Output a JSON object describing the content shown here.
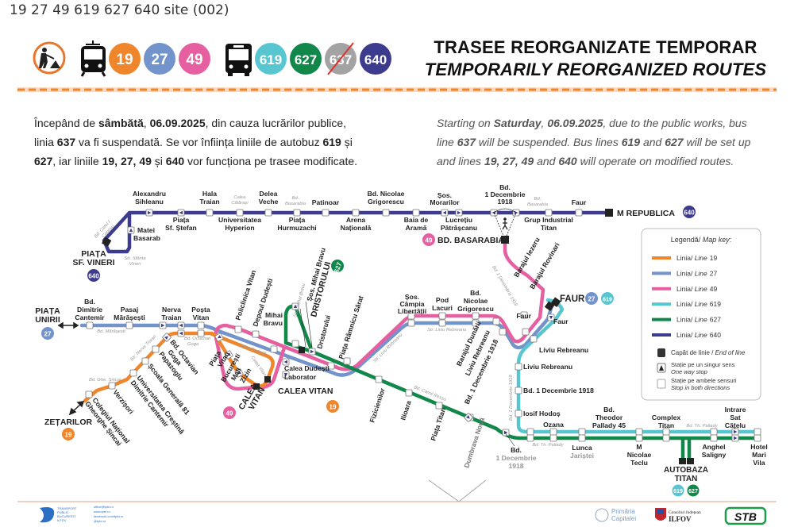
{
  "document_title": "19 27 49 619 627 640 site (002)",
  "header": {
    "badges": [
      {
        "label": "19",
        "color": "#f0862c"
      },
      {
        "label": "27",
        "color": "#7393cb"
      },
      {
        "label": "49",
        "color": "#e65fa0"
      },
      {
        "label": "619",
        "color": "#58c6d1"
      },
      {
        "label": "627",
        "color": "#11884a"
      },
      {
        "label": "637",
        "color": "#a3a3a3",
        "crossed_out": true
      },
      {
        "label": "640",
        "color": "#3d3b8e"
      }
    ],
    "icons": [
      "roadworks-icon",
      "tram-icon",
      "bus-icon"
    ],
    "title_ro": "TRASEE REORGANIZATE TEMPORAR",
    "title_en": "TEMPORARILY REORGANIZED ROUTES"
  },
  "notice": {
    "ro": {
      "p1": "Începând de ",
      "b1": "sâmbătă",
      "p2": ", ",
      "b2": "06.09.2025",
      "p3": ", din cauza lucrărilor publice,",
      "p4": "linia ",
      "b3": "637",
      "p5": " va fi suspendată. Se vor înființa liniile de autobuz ",
      "b4": "619",
      "p6": " și",
      "b5": "627",
      "p7": ", iar liniile ",
      "b6": "19, 27, 49",
      "p8": " și ",
      "b7": "640",
      "p9": " vor funcționa pe trasee modificate."
    },
    "en": {
      "p1": "Starting on ",
      "b1": "Saturday",
      "p2": ", ",
      "b2": "06.09.2025",
      "p3": ", due to the public works, bus",
      "p4": "line ",
      "b3": "637",
      "p5": " will be suspended. Bus lines ",
      "b4": "619",
      "p6": " and ",
      "b5": "627",
      "p7": " will be set up",
      "p8": "and lines ",
      "b6": "19, 27, 49",
      "p9": " and ",
      "b7": "640",
      "p10": " will operate on modified routes."
    }
  },
  "map": {
    "line640": {
      "alexandru_sihleanu": [
        "Alexandru",
        "Sihleanu"
      ],
      "piata_sf_stefan": [
        "Piața",
        "Sf. Ștefan"
      ],
      "hala_traian": [
        "Hala",
        "Traian"
      ],
      "calea_calarasi": [
        "Calea",
        "Călărași"
      ],
      "universitatea_hyperion": [
        "Universitatea",
        "Hyperion"
      ],
      "delea_veche": [
        "Delea",
        "Veche"
      ],
      "bd_basarabia_st": [
        "Bd.",
        "Basarabia"
      ],
      "piata_hurmuzachi": [
        "Piața",
        "Hurmuzachi"
      ],
      "patinoar": "Patinoar",
      "arena_nationala": [
        "Arena",
        "Națională"
      ],
      "bd_nicolae_grigorescu": [
        "Bd. Nicolae",
        "Grigorescu"
      ],
      "baia_de_arama": [
        "Baia de",
        "Aramă"
      ],
      "sos_morarilor": [
        "Șos.",
        "Morarilor"
      ],
      "lucretiu_patrascanu": [
        "Lucrețiu",
        "Pătrășcanu"
      ],
      "bd_1_decembrie": [
        "Bd.",
        "1 Decembrie",
        "1918"
      ],
      "bd_basarabia_st2": [
        "Bd.",
        "Basarabia"
      ],
      "grup_industrial_titan": [
        "Grup Industrial",
        "Titan"
      ],
      "faur": "Faur",
      "m_republica": "M REPUBLICA",
      "matei_basarab": [
        "Matei",
        "Basarab"
      ],
      "bd_carol": [
        "Bd. Carol I",
        "Coposu"
      ],
      "str_sfanta_vineri": [
        "Str. Sfânta",
        "Vineri"
      ],
      "piata_sf_vineri": [
        "PIAȚA",
        "SF. VINERI"
      ],
      "badge": "640"
    },
    "line49_top": {
      "bd_basarabia": "BD. BASARABIA",
      "badge": "49",
      "barajul_iezeru": "Barajul Iezeru",
      "barajul_rovinari": "Barajul Rovinari",
      "bd_1_dec_st": "Bd. 1 Decembrie 1918"
    },
    "line27": {
      "piata_unirii": [
        "PIAȚA",
        "UNIRII"
      ],
      "badge": "27",
      "bd_dimitrie_cantemir": [
        "Bd.",
        "Dimitrie",
        "Cantemir"
      ],
      "pasaj_marasesti": [
        "Pasaj",
        "Mărășești"
      ],
      "nerva_traian": [
        "Nerva",
        "Traian"
      ],
      "posta_vitan": [
        "Poșta",
        "Vitan"
      ],
      "bd_marasesti_st": "Bd. Mărășești"
    },
    "line19": {
      "zetarilor": "ZEȚARILOR",
      "badge": "19",
      "colegiul": [
        "Colegiul Național",
        "Gheorghe Șincai"
      ],
      "verzisori": "Verzișori",
      "universitatea_crestina": [
        "Universitatea Creștină",
        "Dimitrie Cantemir"
      ],
      "scoala_81": "Școala Generală 81",
      "papazoglu": "Papazoglu",
      "bd_octavian_goga": [
        "Bd. Octavian",
        "Goga"
      ],
      "bd_gh_sincai_st": "Bd. Ghe. Șincai",
      "str_nerva_traian_st": "Str. Nerva Traian",
      "bd_octavian_goga_st": [
        "Bd. Octavian",
        "Goga"
      ],
      "calea_vitan": "CALEA VITAN"
    },
    "vitan": {
      "policlinica_vitan": "Policlinica Vitan",
      "depoul_dudesti": "Depoul Dudești",
      "piata_vitan": [
        "Piața",
        "Vitan"
      ],
      "bucuresti_mall": [
        "București",
        "Mall"
      ],
      "zizin": "Zizin",
      "calea_dudesti_st": "Calea Dudești",
      "calea_vitan_st": "Calea Vitan",
      "calea_dudesti": "Calea Dudești",
      "laborator": "Laborator",
      "calea_vitan_49": [
        "CALEA",
        "VITAN"
      ],
      "mihai_bravu": [
        "Mihai",
        "Bravu"
      ],
      "sos_mihai_bravu_st": "Șos. Mihai Bravu",
      "sos_mihai_bravu": "Șos. Mihai Bravu",
      "dristorului_big": "DRISTORULUI",
      "dristorului": "Dristorului",
      "piata_ramnicu_sarat": "Piața Râmnicu Sărat",
      "badge627": "627"
    },
    "middle": {
      "sos_campia_libertatii": [
        "Șos.",
        "Câmpia",
        "Libertății"
      ],
      "pod_lacuri": [
        "Pod",
        "Lacuri"
      ],
      "bd_nicolae_grigorescu": [
        "Bd.",
        "Nicolae",
        "Grigorescu"
      ],
      "str_liviu_rebreanu_st": "Str. Liviu Rebreanu",
      "str_liviu_rebreanu_st2": "Str. Liviu Rebreanu",
      "barajul_dunarii": "Barajul Dunării",
      "liviu_rebreanu_rot": "Liviu Rebreanu",
      "bd_1_decembrie_rot": "Bd. 1 Decembrie 1918",
      "faur_left": "Faur",
      "faur_big": "FAUR",
      "faur_right": "Faur",
      "badge27": "27",
      "badge619": "619",
      "liviu_rebreanu_1": "Liviu Rebreanu",
      "liviu_rebreanu_2": "Liviu Rebreanu",
      "bd_1_dec_1918": "Bd. 1 Decembrie 1918",
      "iosif_hodos": "Iosif Hodoș",
      "bd_1_dec_st": "Bd. 1 Decembrie 1918",
      "fizicienilor": "Fizicienilor",
      "ilioara": "Ilioara",
      "piata_titan": "Piața Titan",
      "dumbrava_noua": "Dumbrava Nouă",
      "bd_camil_ressu_st": "Bd. Camil Ressu"
    },
    "bottom": {
      "bd_1_decembrie": [
        "Bd.",
        "1 Decembrie",
        "1918"
      ],
      "ozana": "Ozana",
      "bd_theodor_pallady": [
        "Bd.",
        "Theodor",
        "Pallady 45"
      ],
      "lunca_jaristei": [
        "Lunca",
        "Jariștei"
      ],
      "m_nicolae_teclu": [
        "M",
        "Nicolae",
        "Teclu"
      ],
      "complex_titan": [
        "Complex",
        "Titan"
      ],
      "bd_th_pallady_st": "Bd. Th. Pallady",
      "bd_th_pallady_st2": "Bd. Th. Pallady",
      "anghel_saligny": [
        "Anghel",
        "Saligny"
      ],
      "intrare_sat_catelu": [
        "Intrare",
        "Sat",
        "Cățelu"
      ],
      "hotel_mari_vila": [
        "Hotel",
        "Mari",
        "Vila"
      ],
      "autobaza_titan": [
        "AUTOBAZA",
        "TITAN"
      ],
      "badge619": "619",
      "badge627": "627"
    },
    "legend": {
      "title_ro": "Legendă/ ",
      "title_en": "Map key",
      "lines": [
        {
          "ro": "Linia/ ",
          "en": "Line",
          "num": "19",
          "color": "#f0862c"
        },
        {
          "ro": "Linia/ ",
          "en": "Line",
          "num": "27",
          "color": "#7393cb"
        },
        {
          "ro": "Linia/ ",
          "en": "Line",
          "num": "49",
          "color": "#e65fa0"
        },
        {
          "ro": "Linia/ ",
          "en": "Line",
          "num": "619",
          "color": "#58c6d1"
        },
        {
          "ro": "Linia/ ",
          "en": "Line",
          "num": "627",
          "color": "#11884a"
        },
        {
          "ro": "Linia/ ",
          "en": "Line",
          "num": "640",
          "color": "#3d3b8e"
        }
      ],
      "end_of_line": {
        "ro": "Capăt de linie / ",
        "en": "End of line"
      },
      "one_way": {
        "ro": "Stație pe un singur sens",
        "en": "One way stop"
      },
      "both_ways": {
        "ro": "Stație pe ambele sensuri",
        "en": "Stop in both directions"
      }
    }
  },
  "footer": {
    "tpbi_logo": "TRANSPORT PUBLIC BUCUREȘTI ILFOV",
    "contacts": [
      "office@tpbi.ro",
      "www.tpbi.ro",
      "facebook.com/tpbi.ro",
      "@tpbi.ro"
    ],
    "primaria": [
      "Primăria",
      "Capitalei"
    ],
    "consiliul": [
      "Consiliul Județean",
      "ILFOV"
    ],
    "stb": "STB"
  }
}
